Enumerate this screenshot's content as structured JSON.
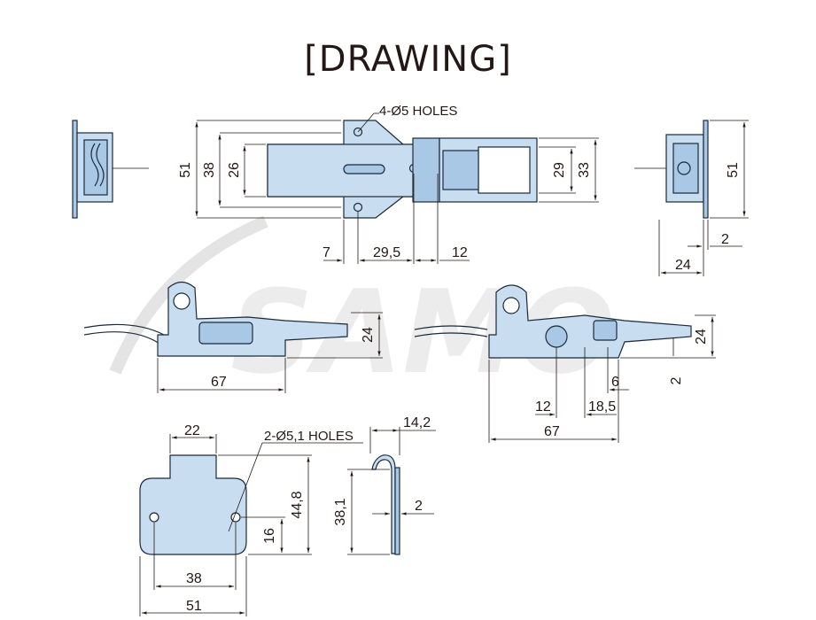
{
  "title": "[DRAWING]",
  "notes": {
    "holes_top": "4-Ø5 HOLES",
    "holes_plate": "2-Ø5,1 HOLES"
  },
  "watermark": "SAMO",
  "dims": {
    "top_h51": "51",
    "top_h38": "38",
    "top_h26": "26",
    "top_29": "29",
    "top_33": "33",
    "top_7": "7",
    "top_29_5": "29,5",
    "top_12": "12",
    "right_51": "51",
    "right_2": "2",
    "right_24": "24",
    "side1_24": "24",
    "side1_67": "67",
    "side2_24": "24",
    "side2_6": "6",
    "side2_2": "2",
    "side2_12": "12",
    "side2_18_5": "18,5",
    "side2_67": "67",
    "plate_22": "22",
    "plate_44_8": "44,8",
    "plate_16": "16",
    "plate_38": "38",
    "plate_51": "51",
    "hook_14_2": "14,2",
    "hook_38_1": "38,1",
    "hook_2": "2"
  },
  "colors": {
    "part_fill": "#c8ddf0",
    "line": "#231815"
  }
}
